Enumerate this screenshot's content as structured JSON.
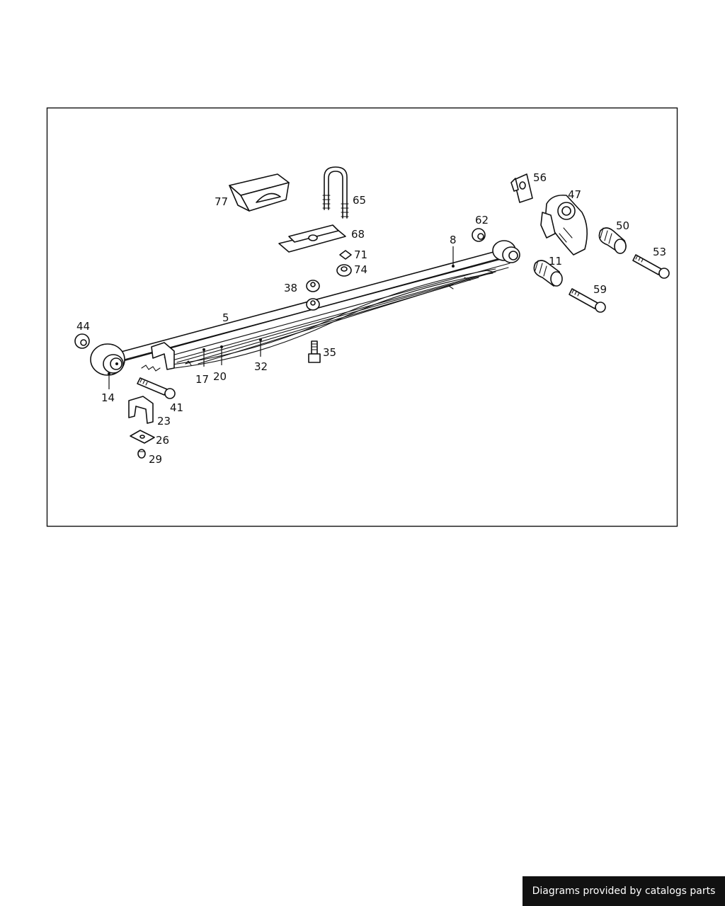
{
  "diagram": {
    "callouts": {
      "p77": "77",
      "p65": "65",
      "p68": "68",
      "p71": "71",
      "p74": "74",
      "p56": "56",
      "p47": "47",
      "p62": "62",
      "p50": "50",
      "p53": "53",
      "p8": "8",
      "p11": "11",
      "p59": "59",
      "p38": "38",
      "p5": "5",
      "p44": "44",
      "p35": "35",
      "p14": "14",
      "p17": "17",
      "p20": "20",
      "p32": "32",
      "p41": "41",
      "p23": "23",
      "p26": "26",
      "p29": "29"
    }
  },
  "footer": {
    "credit": "Diagrams provided by catalogs parts"
  }
}
